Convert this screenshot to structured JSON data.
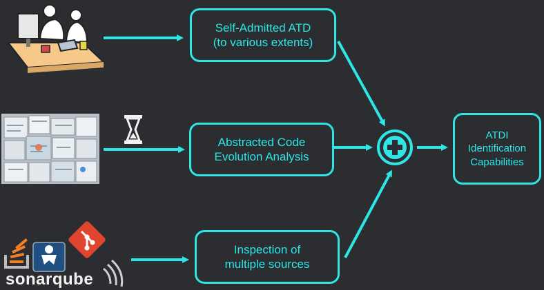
{
  "boxes": {
    "self_admitted": "Self-Admitted ATD\n(to various extents)",
    "code_evolution": "Abstracted Code\nEvolution Analysis",
    "inspection": "Inspection of\nmultiple sources",
    "result": "ATDI\nIdentification\nCapabilities"
  },
  "logos": {
    "sonarqube": "sonarqube"
  },
  "colors": {
    "accent": "#2ee6e6",
    "background": "#2b2d31"
  },
  "icons": [
    "people-at-desk-icon",
    "whiteboard-collage-icon",
    "hourglass-icon",
    "stackoverflow-icon",
    "jira-icon",
    "git-icon",
    "sonarqube-logo",
    "plus-circle-icon"
  ]
}
